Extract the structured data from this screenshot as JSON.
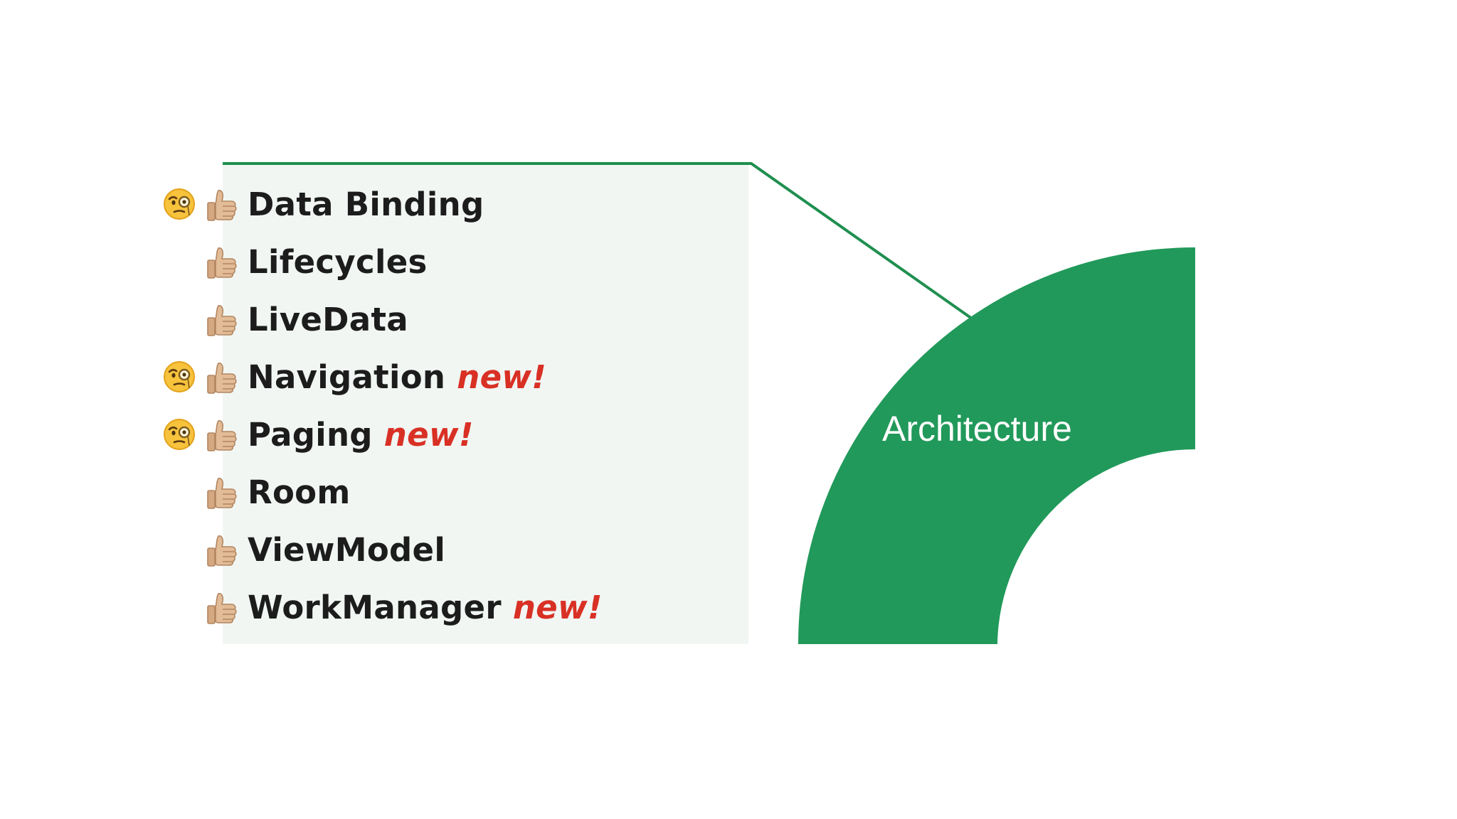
{
  "panel": {
    "items": [
      {
        "label": "Data Binding",
        "badge": "",
        "thinking": true
      },
      {
        "label": "Lifecycles",
        "badge": "",
        "thinking": false
      },
      {
        "label": "LiveData",
        "badge": "",
        "thinking": false
      },
      {
        "label": "Navigation",
        "badge": "new!",
        "thinking": true
      },
      {
        "label": "Paging",
        "badge": "new!",
        "thinking": true
      },
      {
        "label": "Room",
        "badge": "",
        "thinking": false
      },
      {
        "label": "ViewModel",
        "badge": "",
        "thinking": false
      },
      {
        "label": "WorkManager",
        "badge": "new!",
        "thinking": false
      }
    ]
  },
  "ring": {
    "label": "Architecture",
    "color": "#21995a"
  },
  "colors": {
    "panel_bg": "#f1f6f3",
    "connector": "#1f8f4f",
    "text": "#1c1c1c",
    "badge": "#d93025"
  },
  "icons": {
    "thumb": "thumbs-up-icon",
    "thinking": "face-with-monocle-icon"
  }
}
